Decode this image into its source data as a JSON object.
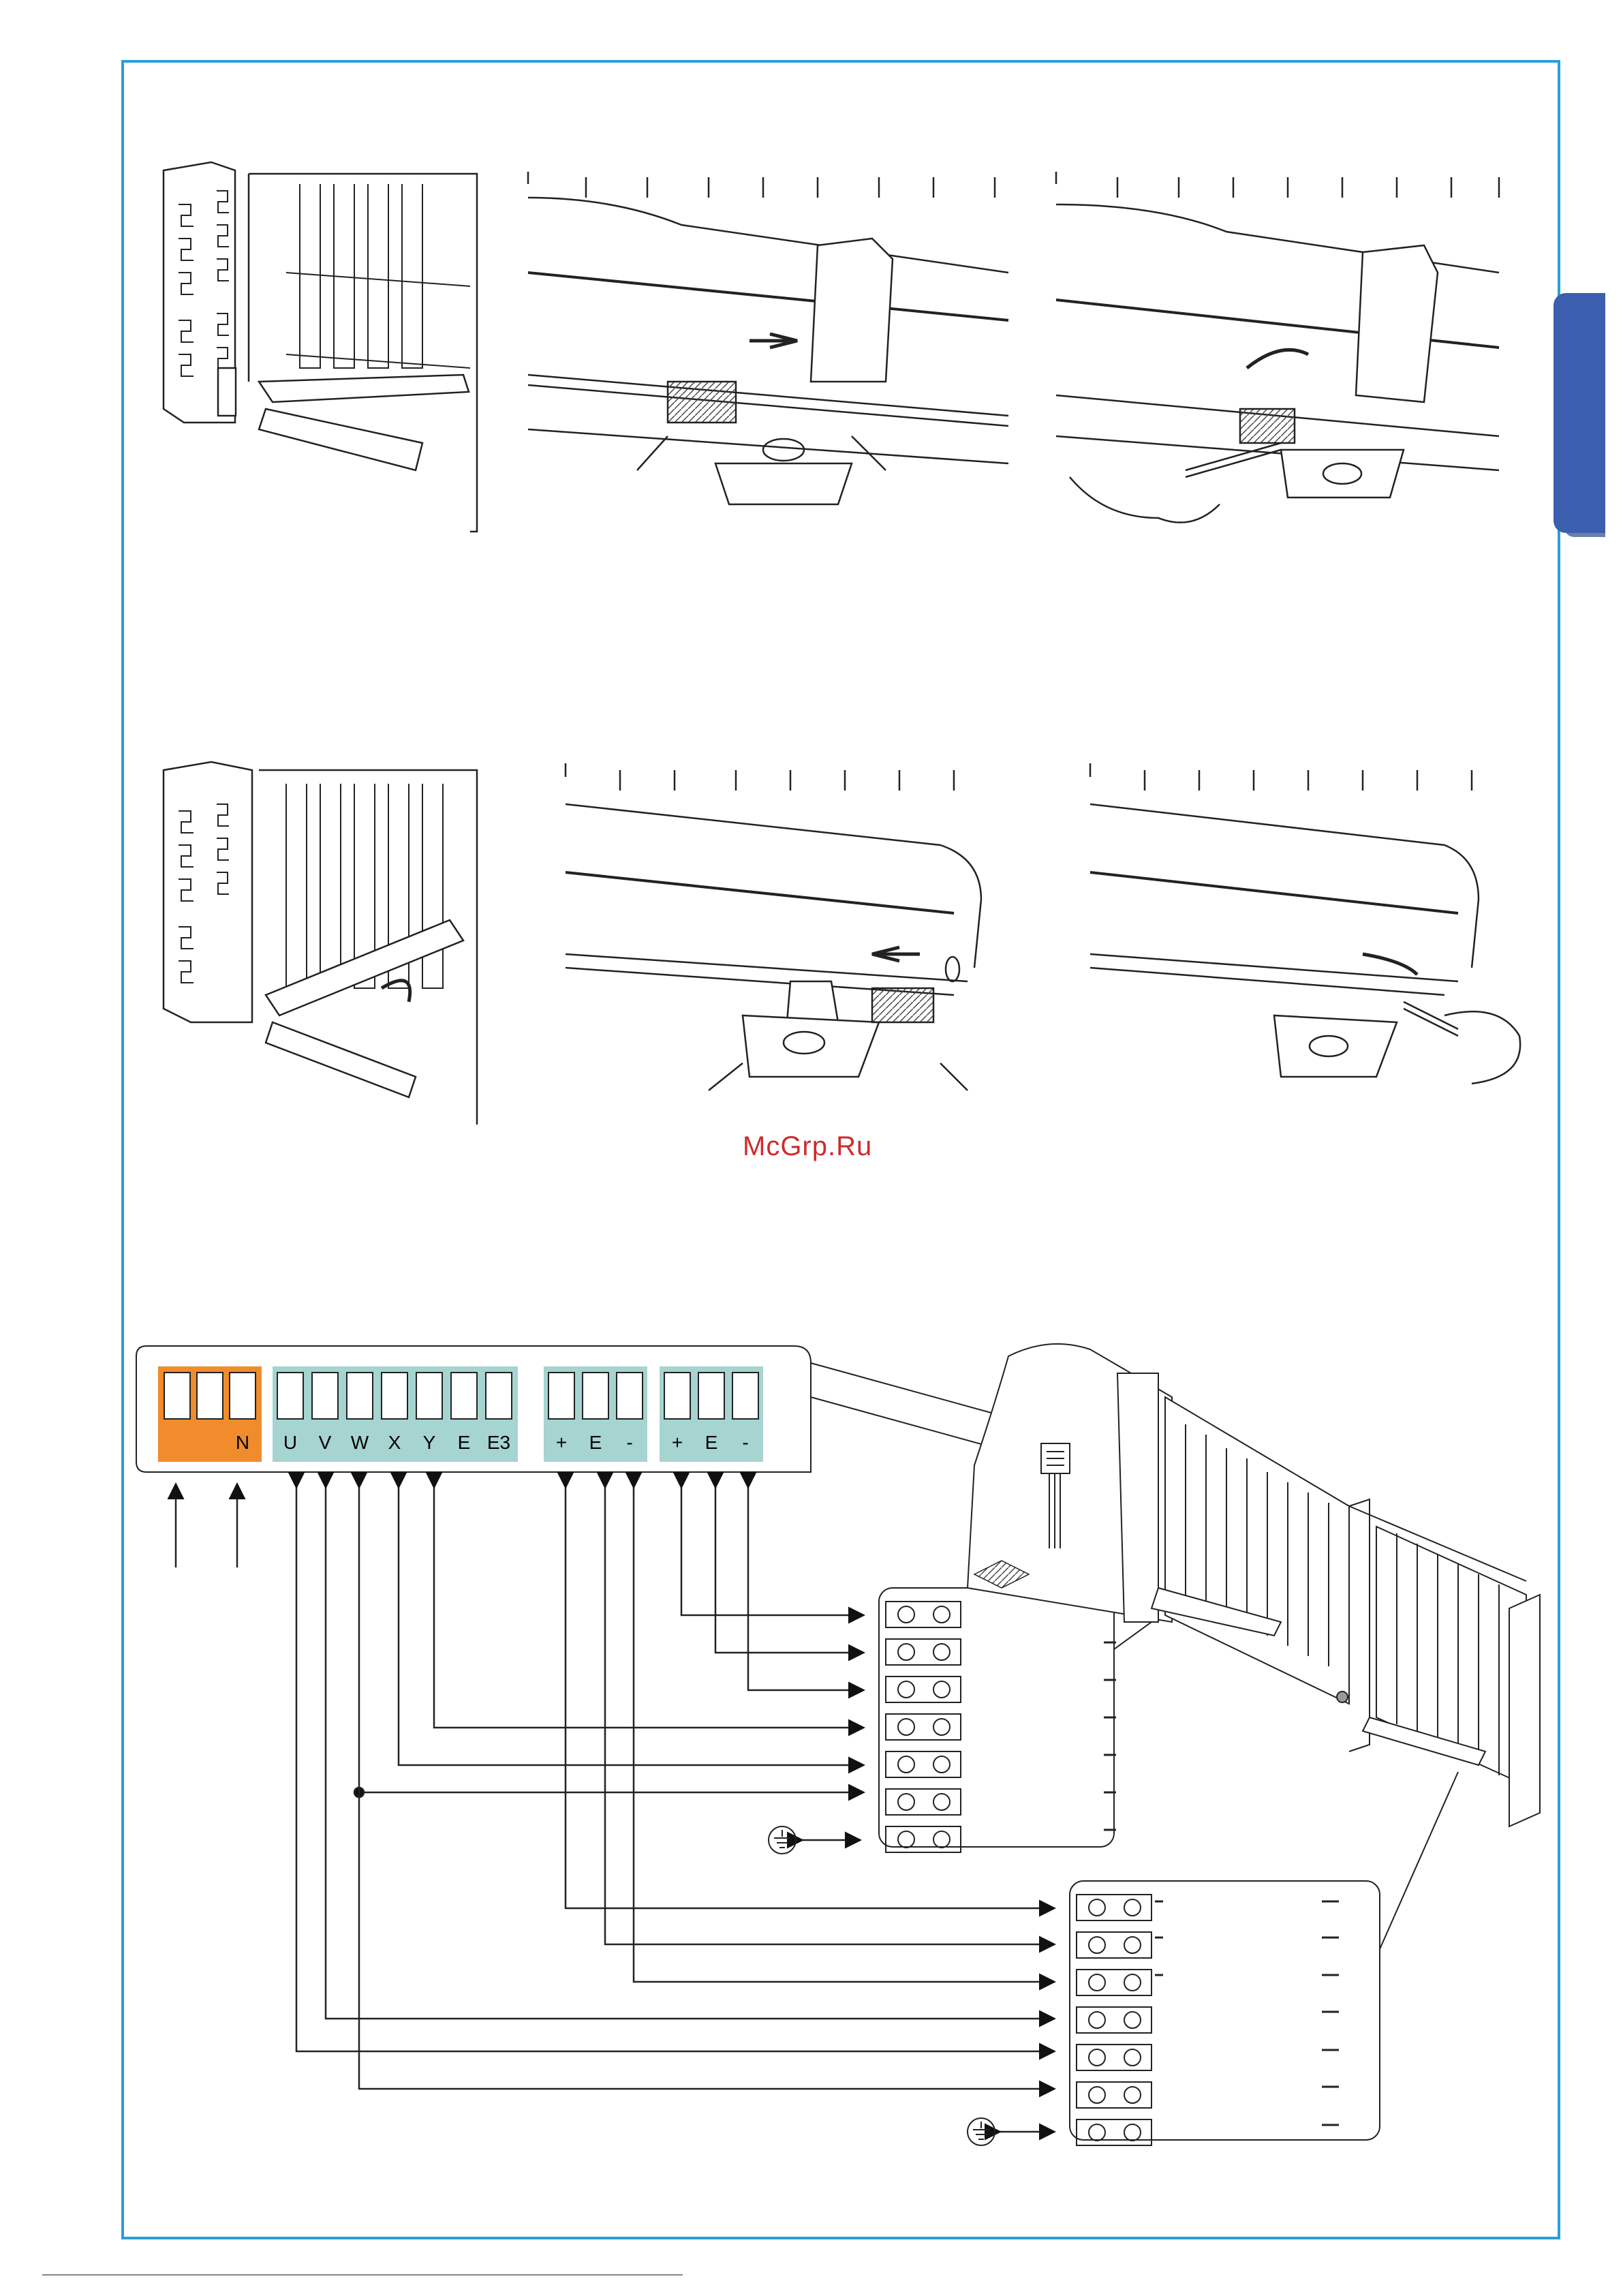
{
  "watermark": "McGrp.Ru",
  "terminal_blocks": {
    "power": {
      "labels": [
        "",
        "",
        "N"
      ],
      "color": "#f08c2c"
    },
    "motor": {
      "labels": [
        "U",
        "V",
        "W",
        "X",
        "Y",
        "E",
        "E3"
      ],
      "color": "#a6d4d0"
    },
    "encoder_1": {
      "labels": [
        "+",
        "E",
        "-"
      ],
      "color": "#a6d4d0"
    },
    "encoder_2": {
      "labels": [
        "+",
        "E",
        "-"
      ],
      "color": "#a6d4d0"
    }
  },
  "colors": {
    "frame": "#2a9fd8",
    "side_tab": "#3b5fae",
    "watermark": "#cf2b2b"
  },
  "icons": [
    "ground-icon",
    "wrench-icon",
    "gate-operator-illustration",
    "junction-box-icon"
  ]
}
